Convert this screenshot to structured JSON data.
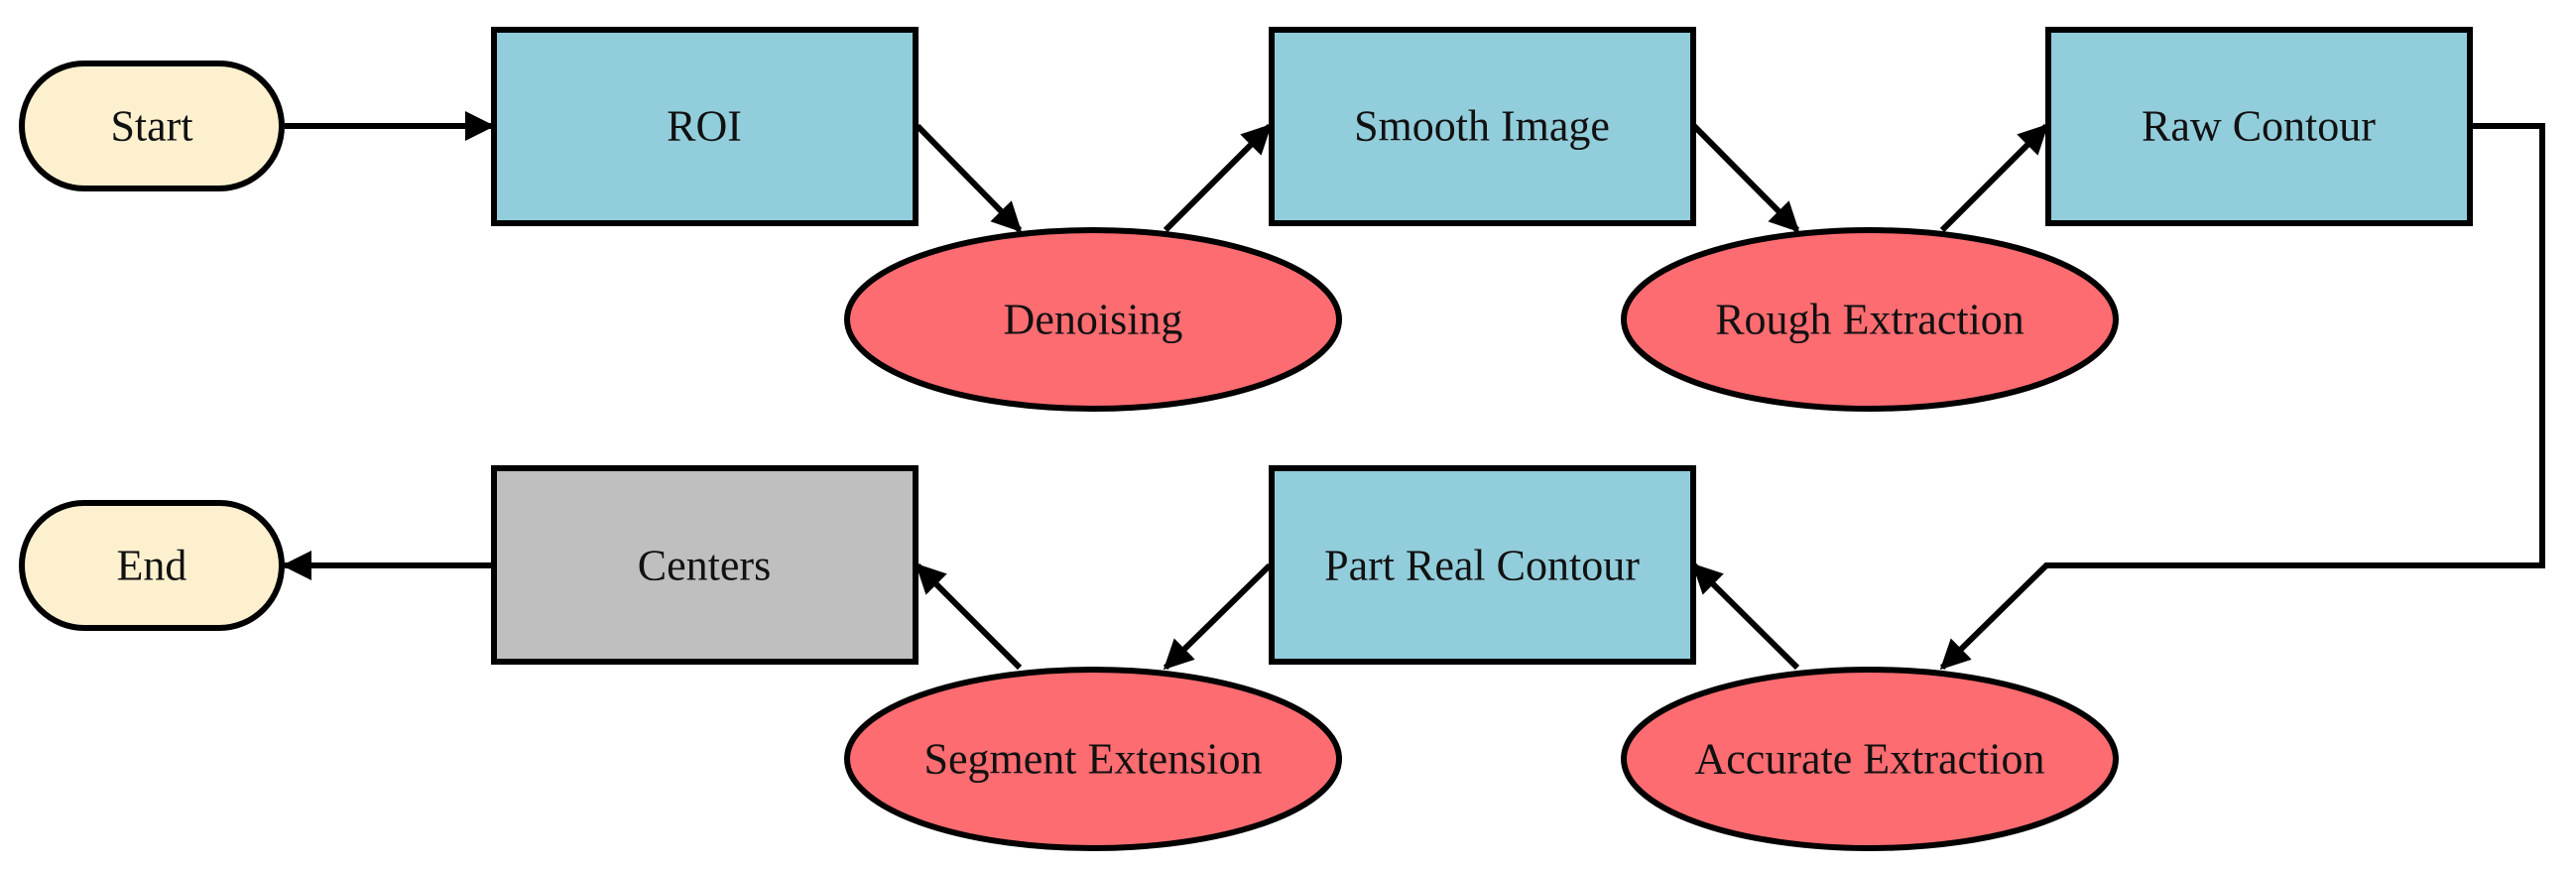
{
  "colors": {
    "terminal_fill": "#fdf0cf",
    "process_fill": "#92cddb",
    "operation_fill": "#fd6c71",
    "output_fill": "#bfbfbf",
    "stroke": "#000000"
  },
  "nodes": {
    "start": "Start",
    "roi": "ROI",
    "denoising": "Denoising",
    "smooth_image": "Smooth Image",
    "rough_extraction": "Rough Extraction",
    "raw_contour": "Raw Contour",
    "accurate_extraction": "Accurate Extraction",
    "part_real_contour": "Part Real Contour",
    "segment_extension": "Segment Extension",
    "centers": "Centers",
    "end": "End"
  }
}
